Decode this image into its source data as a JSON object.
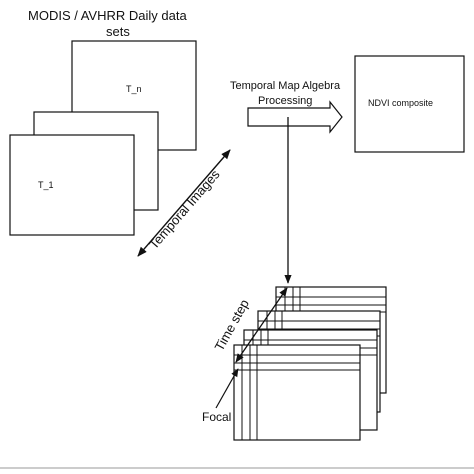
{
  "title": {
    "line1": "MODIS / AVHRR  Daily data",
    "line2": "sets"
  },
  "stack": {
    "top_label": "T_n",
    "bottom_label": "T_1"
  },
  "process": {
    "line1": "Temporal Map Algebra",
    "line2": "Processing"
  },
  "output": {
    "label": "NDVI composite"
  },
  "axes": {
    "temporal_images": "Temporal Images",
    "time_step": "Time step",
    "focal": "Focal"
  }
}
